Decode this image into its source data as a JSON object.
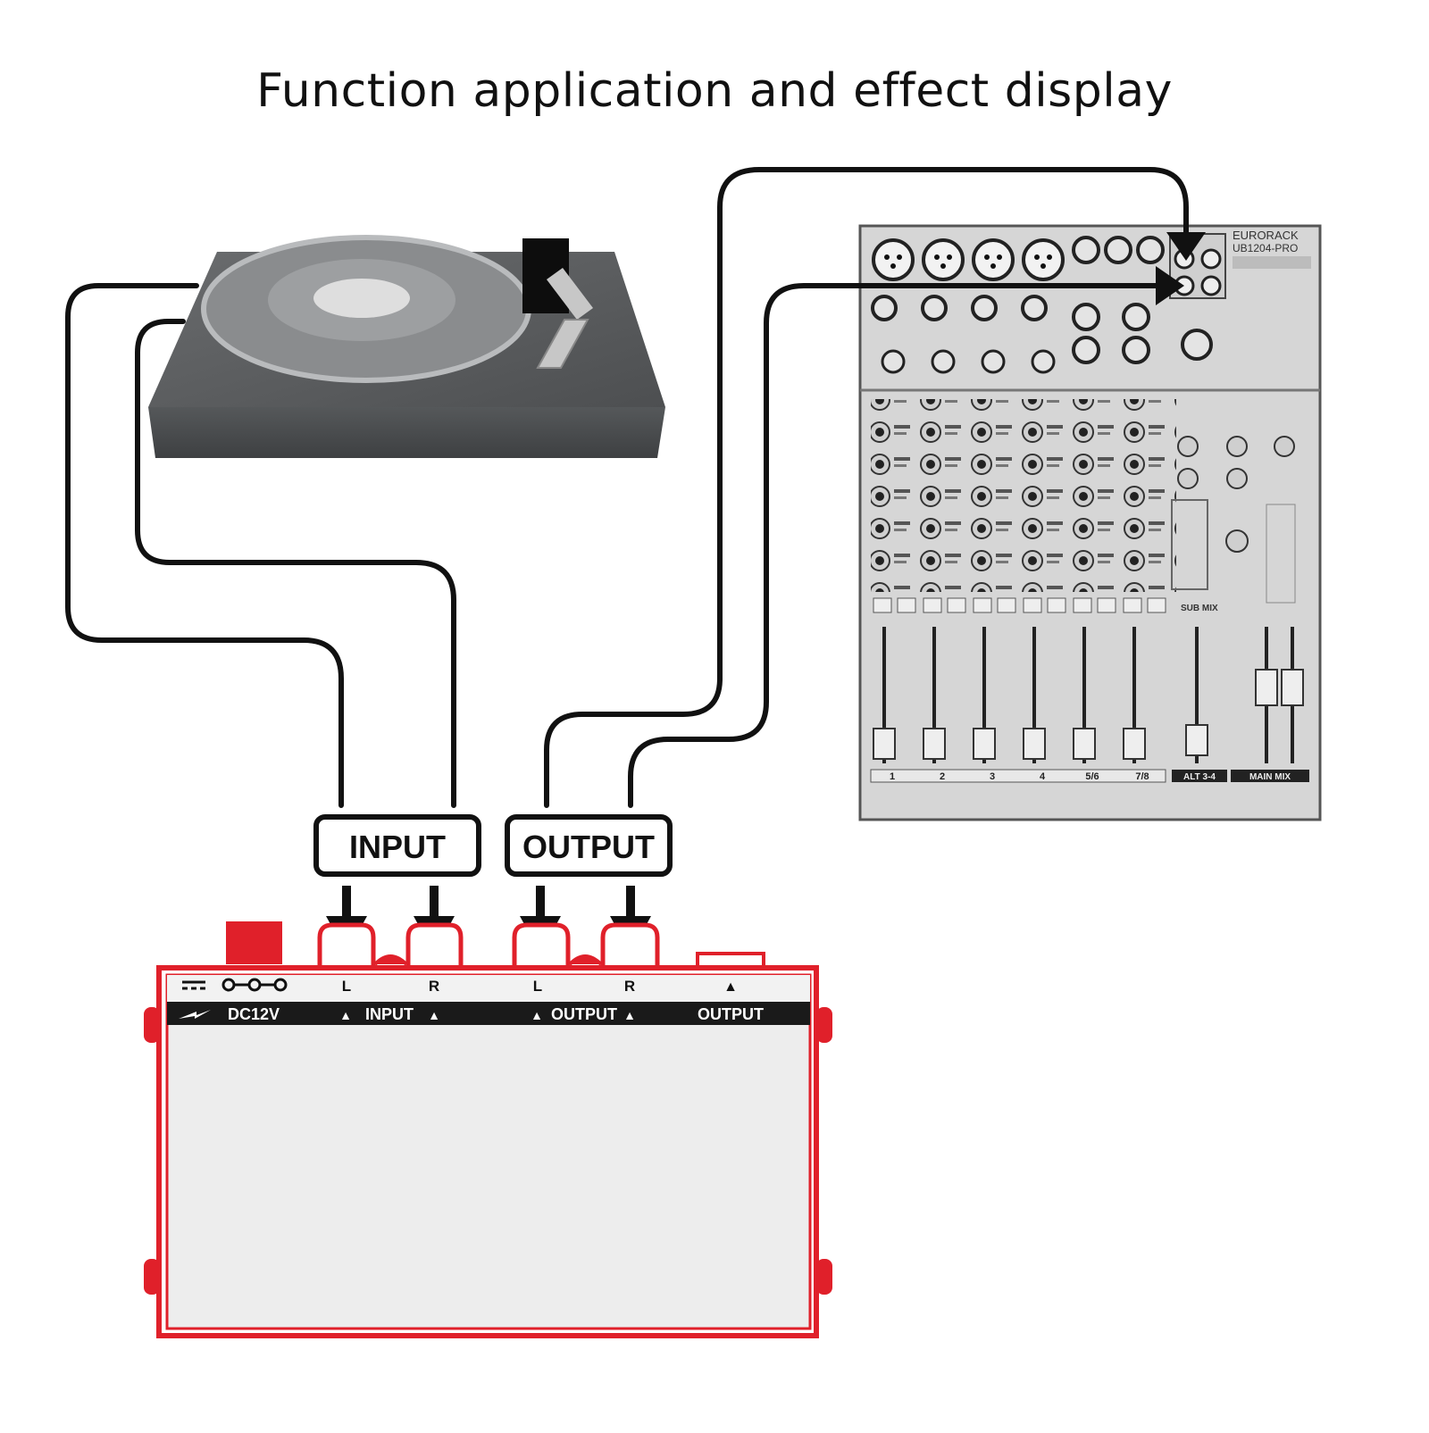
{
  "title": "Function application and effect display",
  "callouts": {
    "input": "INPUT",
    "output": "OUTPUT"
  },
  "device": {
    "labels": {
      "left": "L",
      "right": "R",
      "dc": "DC12V",
      "input": "INPUT",
      "output": "OUTPUT",
      "up_arrow": "▲"
    }
  },
  "mixer": {
    "brand": "EURORACK",
    "model": "UB1204-PRO",
    "channel_numbers": [
      "1",
      "2",
      "3",
      "4",
      "5/6",
      "7/8"
    ],
    "sub_mix": "SUB MIX",
    "alt": "ALT 3-4",
    "main_mix": "MAIN MIX"
  },
  "colors": {
    "device_red": "#e0202a",
    "cable": "#111111",
    "turntable": "#5f6163",
    "mixer_panel": "#d6d6d6"
  }
}
